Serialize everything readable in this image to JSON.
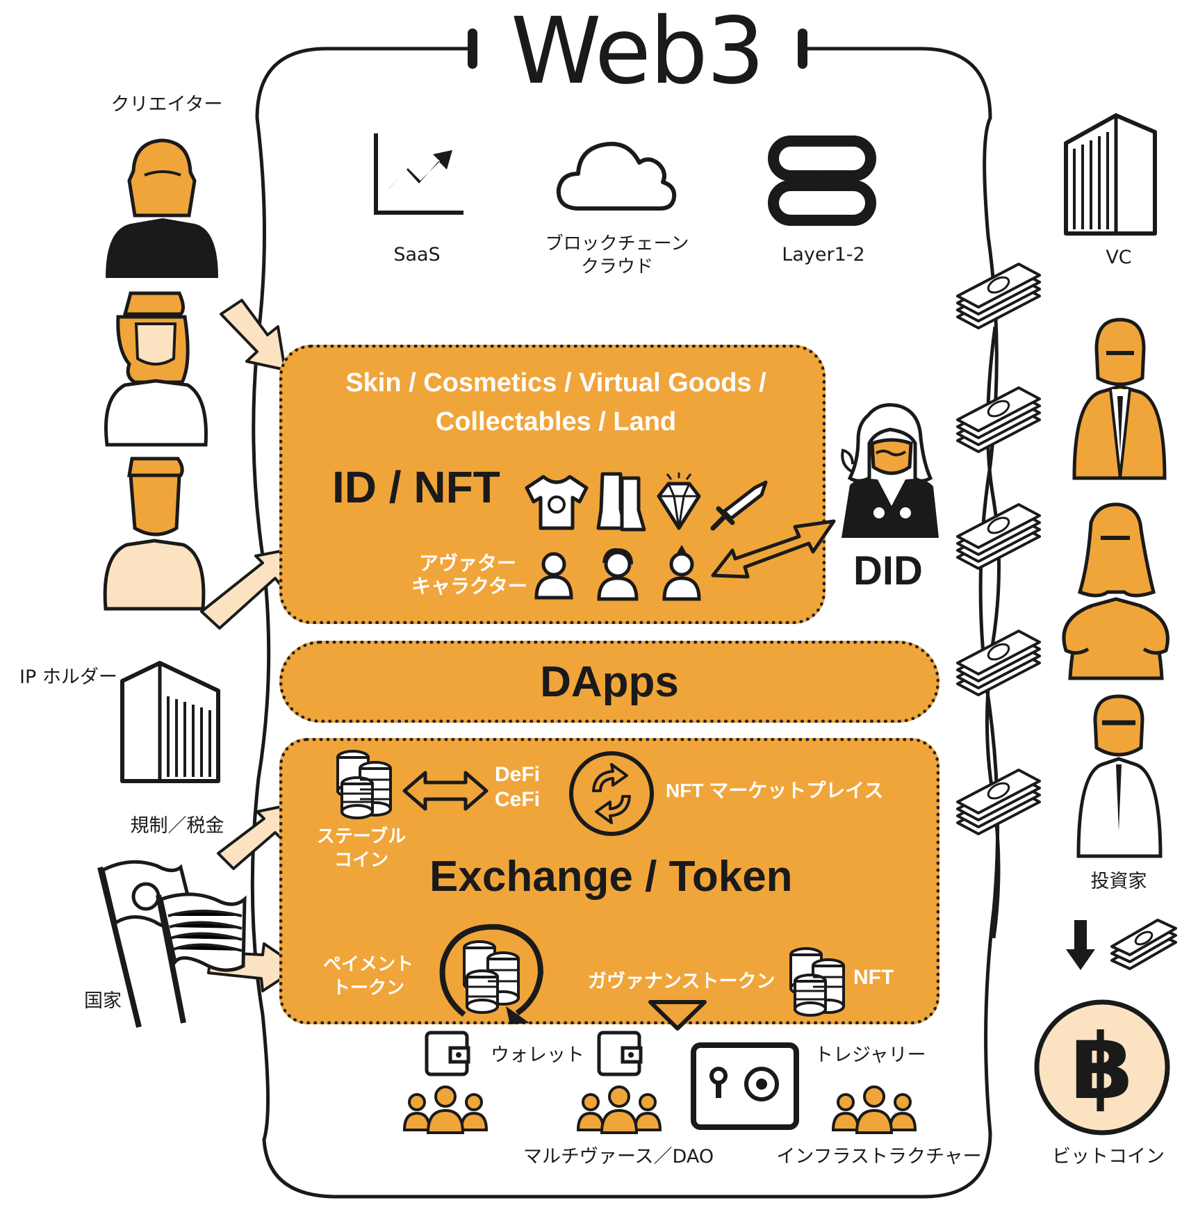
{
  "title": "Web3",
  "top_services": [
    {
      "label": "SaaS",
      "icon": "chart-up-icon"
    },
    {
      "label": "ブロックチェーン\nクラウド",
      "icon": "cloud-icon"
    },
    {
      "label": "Layer1-2",
      "icon": "chain-link-icon"
    }
  ],
  "left_actors": {
    "creator": "クリエイター",
    "ip_holder": "IP ホルダー",
    "regulation": "規制／税金",
    "nation": "国家"
  },
  "right_actors": {
    "vc": "VC",
    "investor": "投資家",
    "bitcoin": "ビットコイン"
  },
  "id_nft_panel": {
    "goods_line1": "Skin / Cosmetics / Virtual Goods /",
    "goods_line2": "Collectables / Land",
    "heading": "ID / NFT",
    "avatar_line1": "アヴァター",
    "avatar_line2": "キャラクター"
  },
  "did_label": "DID",
  "dapps_label": "DApps",
  "exchange_panel": {
    "defi": "DeFi",
    "cefi": "CeFi",
    "nft_market": "NFT マーケットプレイス",
    "stable_line1": "ステーブル",
    "stable_line2": "コイン",
    "heading": "Exchange / Token",
    "payment_line1": "ペイメント",
    "payment_line2": "トークン",
    "governance": "ガヴァナンストークン",
    "nft": "NFT"
  },
  "bottom": {
    "wallet": "ウォレット",
    "treasury": "トレジャリー",
    "metaverse_dao": "マルチヴァース／DAO",
    "infrastructure": "インフラストラクチャー"
  },
  "colors": {
    "accent": "#f0a53a",
    "ink": "#1a1a1a",
    "skin": "#fbe3c2"
  }
}
